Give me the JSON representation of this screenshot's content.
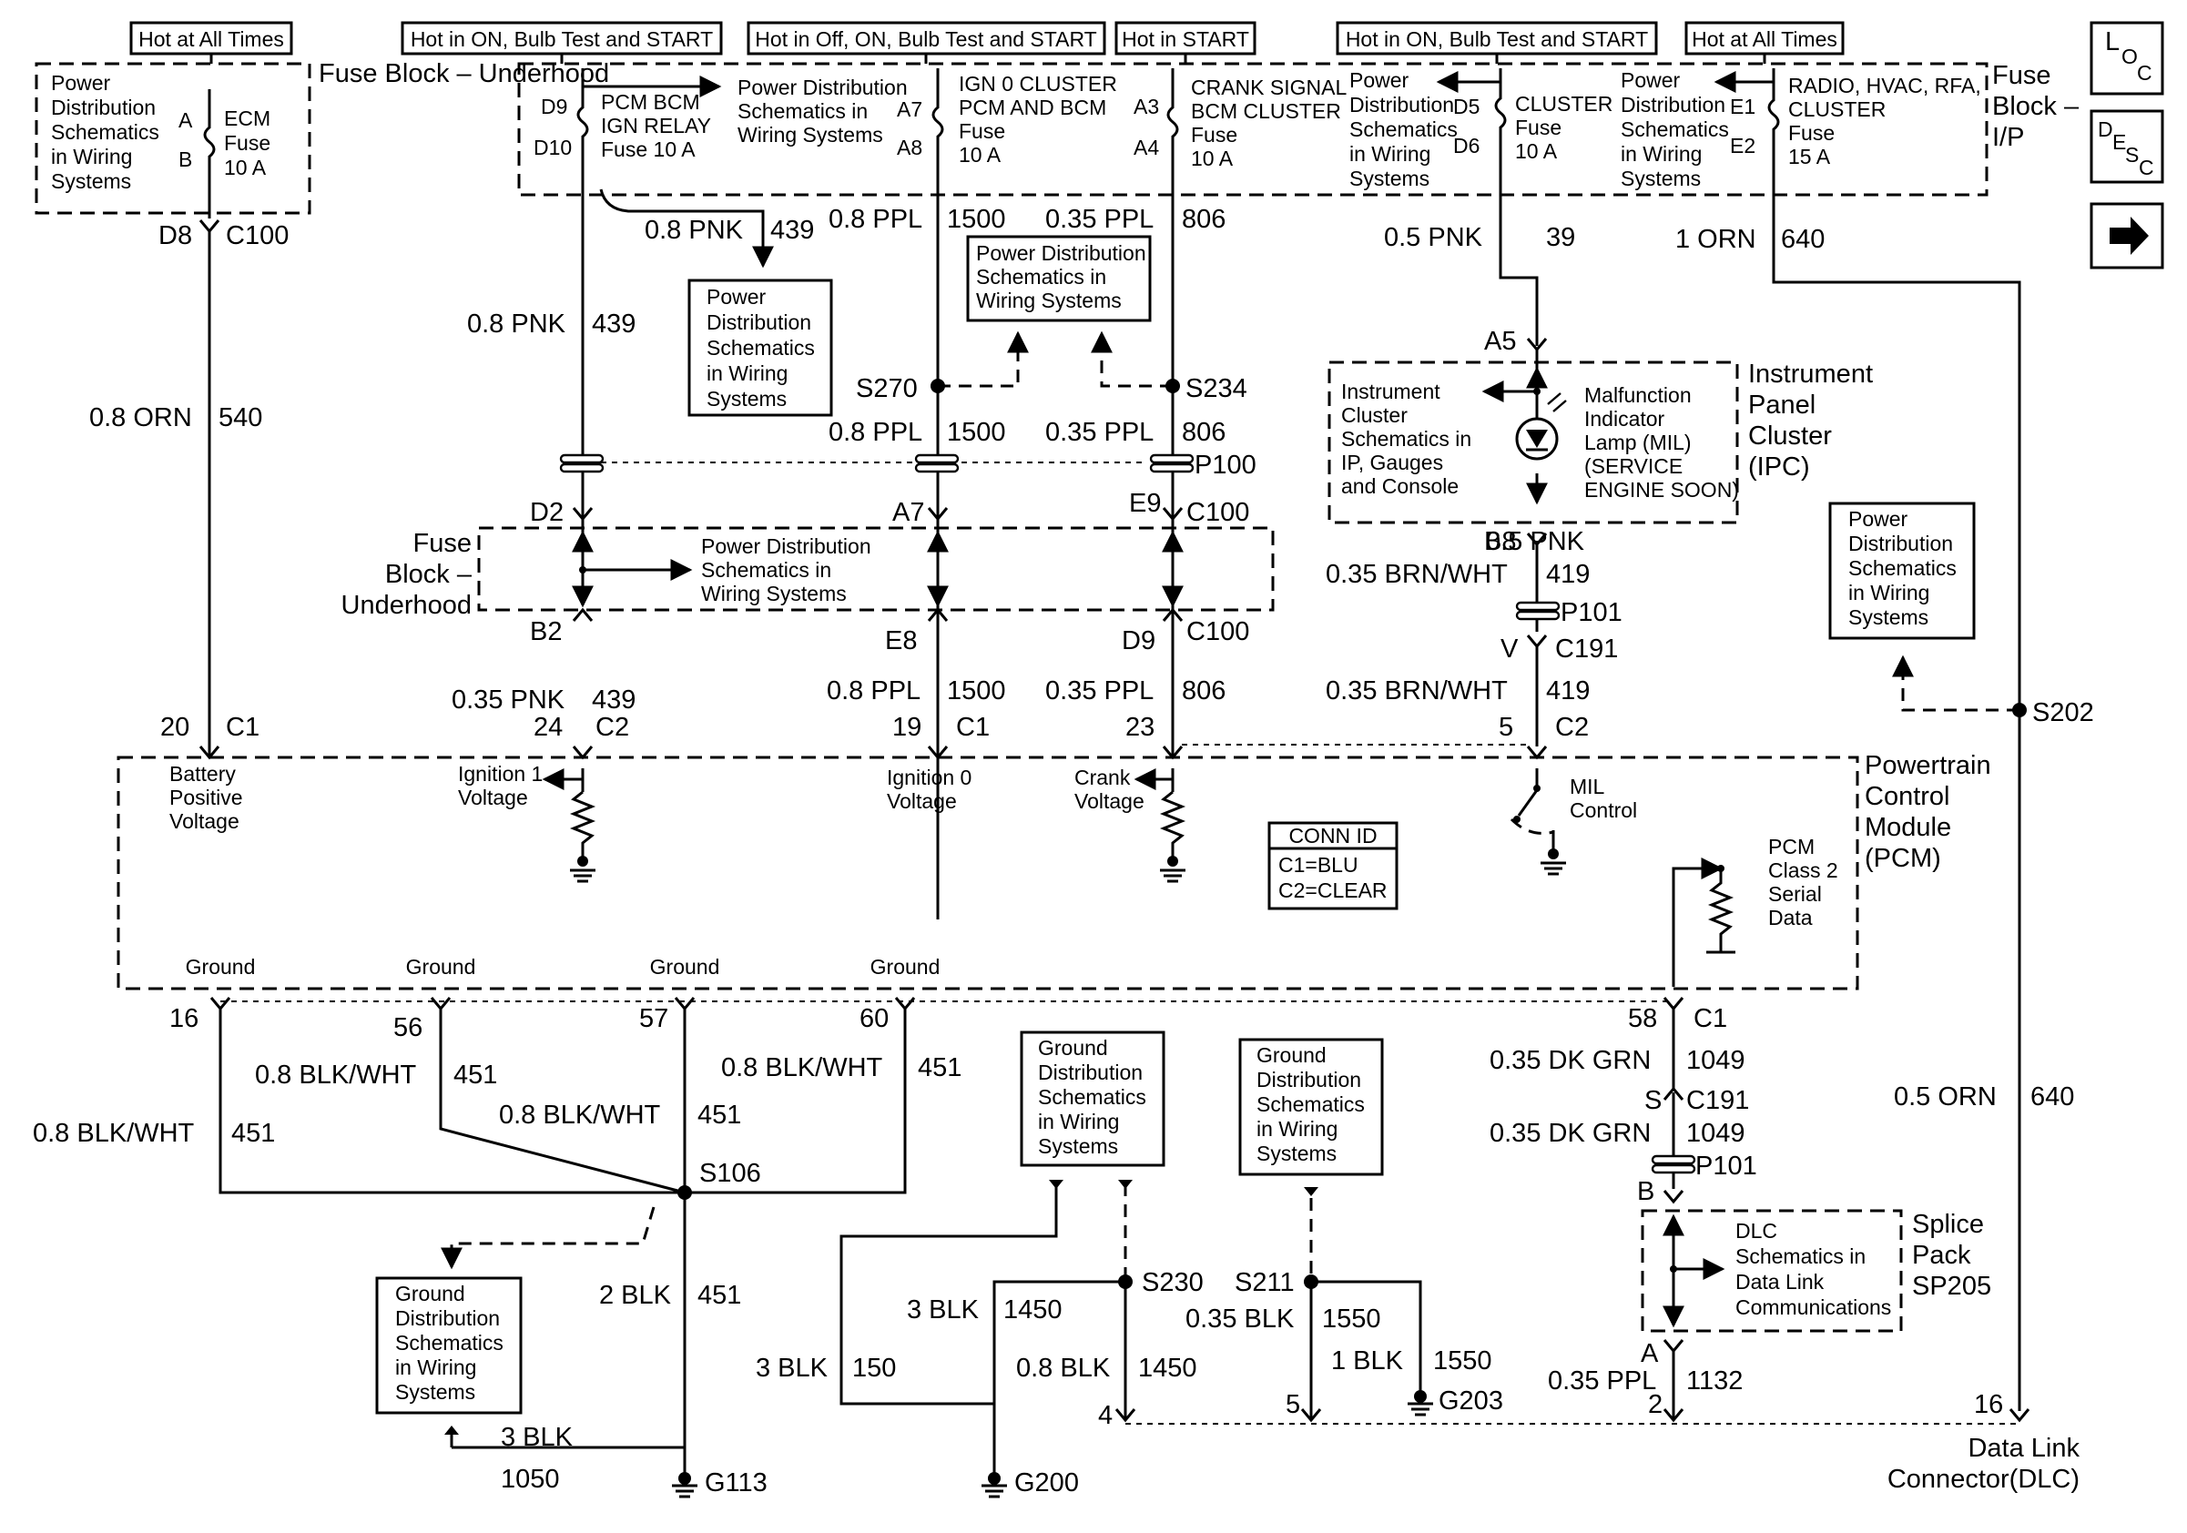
{
  "headers": [
    "Hot at All Times",
    "Hot in ON, Bulb Test and START",
    "Hot in Off, ON, Bulb Test and START",
    "Hot in START",
    "Hot in ON, Bulb Test and START",
    "Hot at All Times"
  ],
  "fuse_block_underhood": "Fuse Block – Underhood",
  "fuse_block_ip": "Fuse Block – I/P",
  "pds_lines": [
    "Power",
    "Distribution",
    "Schematics",
    "in Wiring",
    "Systems"
  ],
  "pds_lines_2": [
    "Power Distribution",
    "Schematics in",
    "Wiring Systems"
  ],
  "pds_box_3": [
    "Power Distribution",
    "Schematics in",
    "Wiring Systems"
  ],
  "pds_fb_lines": [
    "Power Distribution",
    "Schematics in",
    "Wiring Systems"
  ],
  "gds_lines": [
    "Ground",
    "Distribution",
    "Schematics",
    "in Wiring",
    "Systems"
  ],
  "ecm_fuse": [
    "ECM",
    "Fuse",
    "10 A"
  ],
  "pcm_relay": [
    "PCM BCM",
    "IGN RELAY",
    "Fuse 10 A"
  ],
  "ign0_fuse": [
    "IGN 0 CLUSTER",
    "PCM AND BCM",
    "Fuse",
    "10 A"
  ],
  "crank_fuse": [
    "CRANK SIGNAL",
    "BCM CLUSTER",
    "Fuse",
    "10 A"
  ],
  "cluster_fuse": [
    "CLUSTER",
    "Fuse",
    "10 A"
  ],
  "radio_fuse": [
    "RADIO, HVAC, RFA,",
    "CLUSTER",
    "Fuse",
    "15 A"
  ],
  "pins": {
    "a": "A",
    "b": "B",
    "d9": "D9",
    "d10": "D10",
    "a7": "A7",
    "a8": "A8",
    "a3": "A3",
    "a4": "A4",
    "d5": "D5",
    "d6": "D6",
    "e1": "E1",
    "e2": "E2"
  },
  "conn": {
    "d8": "D8",
    "c100": "C100",
    "d2": "D2",
    "a7": "A7",
    "e9": "E9",
    "b2": "B2",
    "e8": "E8",
    "d9": "D9",
    "a5": "A5",
    "b8": "B8",
    "v": "V",
    "c191": "C191",
    "p101": "P101",
    "p100": "P100",
    "s270": "S270",
    "s234": "S234",
    "s202": "S202",
    "s106": "S106",
    "s230": "S230",
    "s211": "S211",
    "g113": "G113",
    "g200": "G200",
    "g203": "G203",
    "s": "S",
    "b": "B",
    "a": "A"
  },
  "wires": {
    "orn540_size": "0.8 ORN",
    "orn540_num": "540",
    "pnk439a_size": "0.8 PNK",
    "pnk439a_num": "439",
    "pnk439b_size": "0.8 PNK",
    "pnk439b_num": "439",
    "ppl1500a_size": "0.8 PPL",
    "ppl1500a_num": "1500",
    "ppl806a_size": "0.35 PPL",
    "ppl806a_num": "806",
    "pnk39_size": "0.5 PNK",
    "pnk39_num": "39",
    "orn640a_size": "1 ORN",
    "orn640a_num": "640",
    "ppl1500b_size": "0.8 PPL",
    "ppl1500b_num": "1500",
    "ppl806b_size": "0.35 PPL",
    "ppl806b_num": "806",
    "brn419a_size": "0.35 BRN/WHT",
    "brn419a_num": "419",
    "pnk439c_size": "0.35 PNK",
    "pnk439c_num": "439",
    "ppl1500c_size": "0.8 PPL",
    "ppl1500c_num": "1500",
    "ppl806c_size": "0.35 PPL",
    "ppl806c_num": "806",
    "brn419b_size": "0.35 BRN/WHT",
    "brn419b_num": "419",
    "blk451a_size": "0.8 BLK/WHT",
    "blk451a_num": "451",
    "blk451b_size": "0.8 BLK/WHT",
    "blk451b_num": "451",
    "blk451c_size": "0.8 BLK/WHT",
    "blk451c_num": "451",
    "blk451d_size": "0.8 BLK/WHT",
    "blk451d_num": "451",
    "blk451e_size": "2 BLK",
    "blk451e_num": "451",
    "blk1050_size": "3 BLK",
    "blk1050_num": "1050",
    "blk1450a_size": "3 BLK",
    "blk1450a_num": "1450",
    "blk150_size": "3 BLK",
    "blk150_num": "150",
    "blk1450b_size": "0.8 BLK",
    "blk1450b_num": "1450",
    "blk1550a_size": "0.35 BLK",
    "blk1550a_num": "1550",
    "blk1550b_size": "1 BLK",
    "blk1550b_num": "1550",
    "dkgrn1049a_size": "0.35 DK GRN",
    "dkgrn1049a_num": "1049",
    "dkgrn1049b_size": "0.35 DK GRN",
    "dkgrn1049b_num": "1049",
    "ppl1132_size": "0.35 PPL",
    "ppl1132_num": "1132",
    "orn640b_size": "0.5 ORN",
    "orn640b_num": "640"
  },
  "pcm_pins": {
    "p20": "20",
    "c1a": "C1",
    "p24": "24",
    "c2a": "C2",
    "p19": "19",
    "c1b": "C1",
    "p23": "23",
    "p5": "5",
    "c2b": "C2",
    "p16": "16",
    "p56": "56",
    "p57": "57",
    "p60": "60",
    "p58": "58",
    "c1c": "C1"
  },
  "pcm": {
    "title": [
      "Powertrain",
      "Control",
      "Module",
      "(PCM)"
    ],
    "battery": [
      "Battery",
      "Positive",
      "Voltage"
    ],
    "ign1": [
      "Ignition 1",
      "Voltage"
    ],
    "ign0": [
      "Ignition 0",
      "Voltage"
    ],
    "crank": [
      "Crank",
      "Voltage"
    ],
    "mil": [
      "MIL",
      "Control"
    ],
    "class2": [
      "PCM",
      "Class 2",
      "Serial",
      "Data"
    ],
    "ground": "Ground",
    "conn_id_title": "CONN ID",
    "conn_id_c1": "C1=BLU",
    "conn_id_c2": "C2=CLEAR"
  },
  "ipc": {
    "title": [
      "Instrument",
      "Panel",
      "Cluster",
      "(IPC)"
    ],
    "schem": [
      "Instrument",
      "Cluster",
      "Schematics in",
      "IP, Gauges",
      "and Console"
    ],
    "mil": [
      "Malfunction",
      "Indicator",
      "Lamp (MIL)",
      "(SERVICE",
      "ENGINE SOON)"
    ]
  },
  "splice": {
    "title": [
      "Splice",
      "Pack",
      "SP205"
    ],
    "dlc": [
      "DLC",
      "Schematics in",
      "Data Link",
      "Communications"
    ]
  },
  "dlc": {
    "pins": [
      "4",
      "5",
      "2",
      "16"
    ],
    "title": [
      "Data Link",
      "Connector(DLC)"
    ]
  },
  "nav": {
    "loc_icon": "loc-icon",
    "desc_icon": "desc-icon",
    "next_icon": "arrow-right-icon"
  }
}
